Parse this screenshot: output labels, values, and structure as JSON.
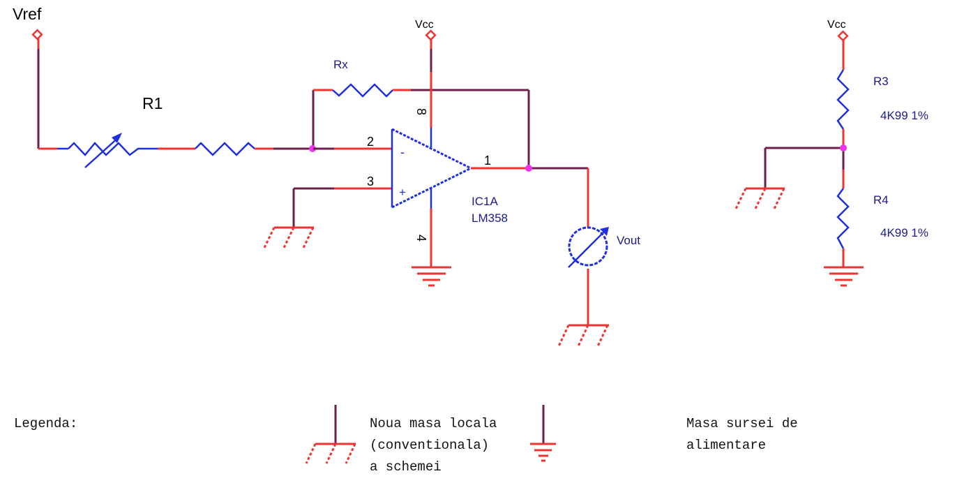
{
  "schematic": {
    "labels": {
      "vref": "Vref",
      "vcc_opamp": "Vcc",
      "vcc_divider": "Vcc",
      "r1": "R1",
      "rx": "Rx",
      "r3": "R3",
      "r3_value": "4K99 1%",
      "r4": "R4",
      "r4_value": "4K99 1%",
      "ic_ref": "IC1A",
      "ic_part": "LM358",
      "vout": "Vout"
    },
    "pins": {
      "pin1": "1",
      "pin2": "2",
      "pin3": "3",
      "pin4": "4",
      "pin8": "8",
      "minus": "-",
      "plus": "+"
    },
    "colors": {
      "wire_red": "#ee3333",
      "wire_dark": "#6b1f4a",
      "component_blue": "#1f2fe0",
      "node_magenta": "#ee33ee",
      "label_blue": "#1a1a8c"
    }
  },
  "legend": {
    "title": "Legenda:",
    "local_ground": [
      "Noua masa locala",
      "(conventionala)",
      "a schemei"
    ],
    "supply_ground": [
      "Masa sursei de",
      "alimentare"
    ]
  }
}
